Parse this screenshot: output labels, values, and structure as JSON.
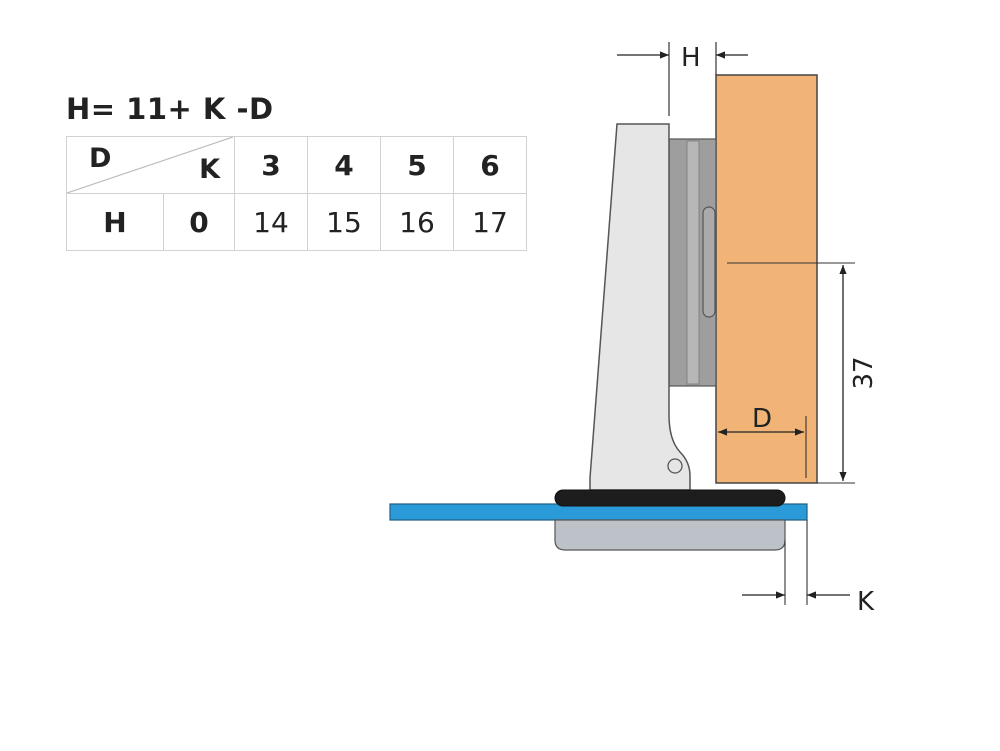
{
  "formula": "H= 11+ K -D",
  "table": {
    "corner_row_label": "D",
    "corner_col_label": "K",
    "header_values": [
      "3",
      "4",
      "5",
      "6"
    ],
    "row_label": "H",
    "row_first_value": "0",
    "row_values": [
      "14",
      "15",
      "16",
      "17"
    ]
  },
  "dimensions": {
    "h_label": "H",
    "d_label": "D",
    "k_label": "K",
    "depth_value": "37"
  },
  "colors": {
    "wood": "#f1b476",
    "glass": "#2a9bd8",
    "metal": "#e6e6e6",
    "hinge_dark": "#9e9e9e",
    "pad": "#bcc2c7"
  }
}
